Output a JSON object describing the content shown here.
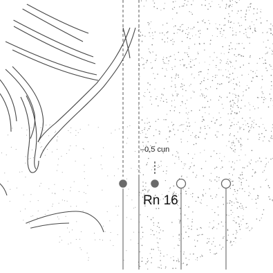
{
  "labels": {
    "offset": "–0,5 cun",
    "point": "Rn 16"
  },
  "colors": {
    "background": "#ffffff",
    "line": "#555555",
    "bone_stroke": "#444444",
    "stipple": "#8a8a8a",
    "filled_point": "#6a6a6a",
    "hollow_point": "#ffffff"
  },
  "points": [
    {
      "name": "left-point",
      "style": "filled"
    },
    {
      "name": "rn16-point",
      "style": "filled"
    },
    {
      "name": "lateral-point-1",
      "style": "hollow"
    },
    {
      "name": "lateral-point-2",
      "style": "hollow"
    }
  ]
}
